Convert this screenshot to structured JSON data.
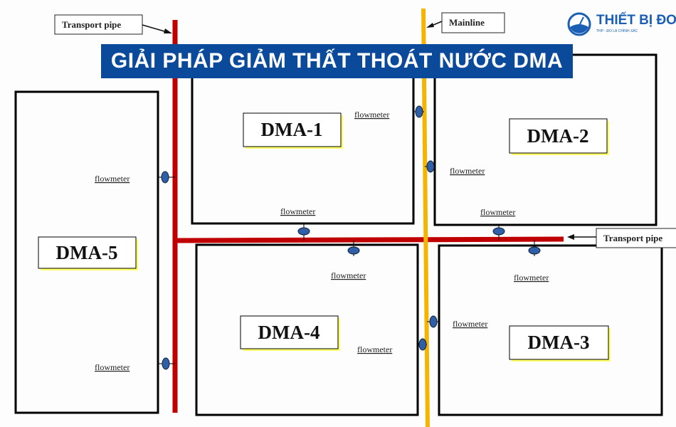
{
  "title": "GIẢI PHÁP GIẢM THẤT THOÁT NƯỚC DMA",
  "logo": {
    "name": "THIẾT BỊ ĐO",
    "tagline": "THP - ĐO LÀ CHÍNH XÁC",
    "color": "#1a5fb4"
  },
  "labels": {
    "transport_pipe_top": "Transport pipe",
    "mainline": "Mainline",
    "transport_pipe_right": "Transport pipe"
  },
  "zones": [
    "DMA-1",
    "DMA-2",
    "DMA-3",
    "DMA-4",
    "DMA-5"
  ],
  "flowmeter_label": "flowmeter",
  "colors": {
    "transport_pipe": "#c00000",
    "mainline": "#f5b400",
    "flowmeter": "#2e5fa8",
    "banner": "#0b4a9b",
    "label_shadow": "#ffff66"
  }
}
